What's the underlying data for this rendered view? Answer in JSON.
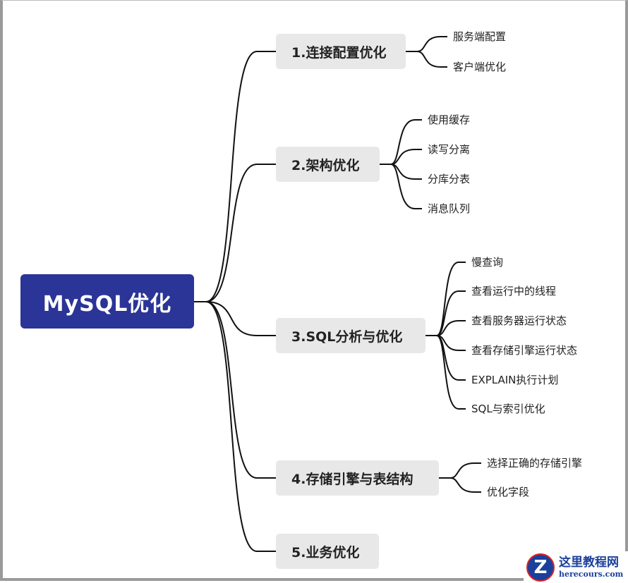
{
  "root": {
    "label": "MySQL优化",
    "color": "#2b3497"
  },
  "branches": [
    {
      "label": "1.连接配置优化",
      "children": [
        "服务端配置",
        "客户端优化"
      ]
    },
    {
      "label": "2.架构优化",
      "children": [
        "使用缓存",
        "读写分离",
        "分库分表",
        "消息队列"
      ]
    },
    {
      "label": "3.SQL分析与优化",
      "children": [
        "慢查询",
        "查看运行中的线程",
        "查看服务器运行状态",
        "查看存储引擎运行状态",
        "EXPLAIN执行计划",
        "SQL与索引优化"
      ]
    },
    {
      "label": "4.存储引擎与表结构",
      "children": [
        "选择正确的存储引擎",
        "优化字段"
      ]
    },
    {
      "label": "5.业务优化",
      "children": []
    }
  ],
  "watermark": {
    "site_name": "这里教程网",
    "site_url": "herecours.com",
    "logo_letter": "Z"
  }
}
